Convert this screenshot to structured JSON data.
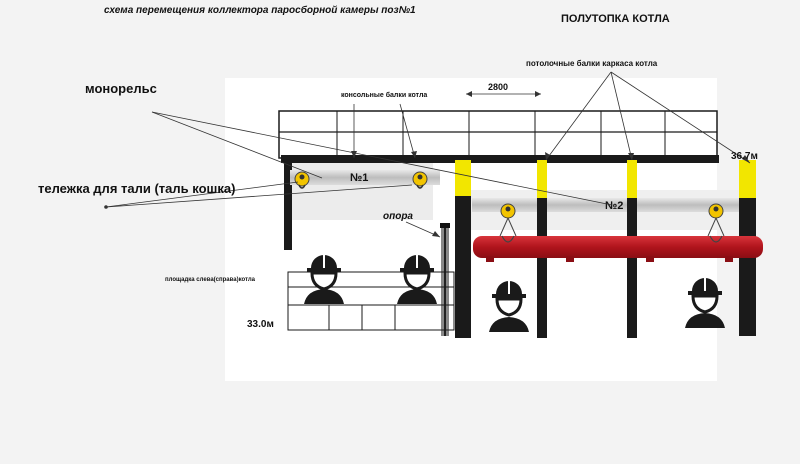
{
  "title": "схема перемещения коллектора паросборной камеры поз№1",
  "section_title": "ПОЛУТОПКА КОТЛА",
  "labels": {
    "ceiling_beams": "потолочные балки каркаса котла",
    "monorail": "монорельс",
    "console_beams": "консольные балки котла",
    "dimension": "2800",
    "elevation_top": "36.7м",
    "trolley": "тележка для тали (таль кошка)",
    "rail_1": "№1",
    "rail_2": "№2",
    "support": "опора",
    "platform": "площадка слева(справа)котла",
    "elevation_bottom": "33.0м"
  },
  "colors": {
    "background": "#f3f3f3",
    "panel": "#ffffff",
    "steel": "#1a1a1a",
    "column_cap": "#f2e600",
    "collector": "#b0141c",
    "rail": "#cccccc",
    "hoist": "#f2c400"
  },
  "icons": {
    "worker": "hard-hat-worker-icon",
    "hoist": "hoist-trolley-icon"
  }
}
